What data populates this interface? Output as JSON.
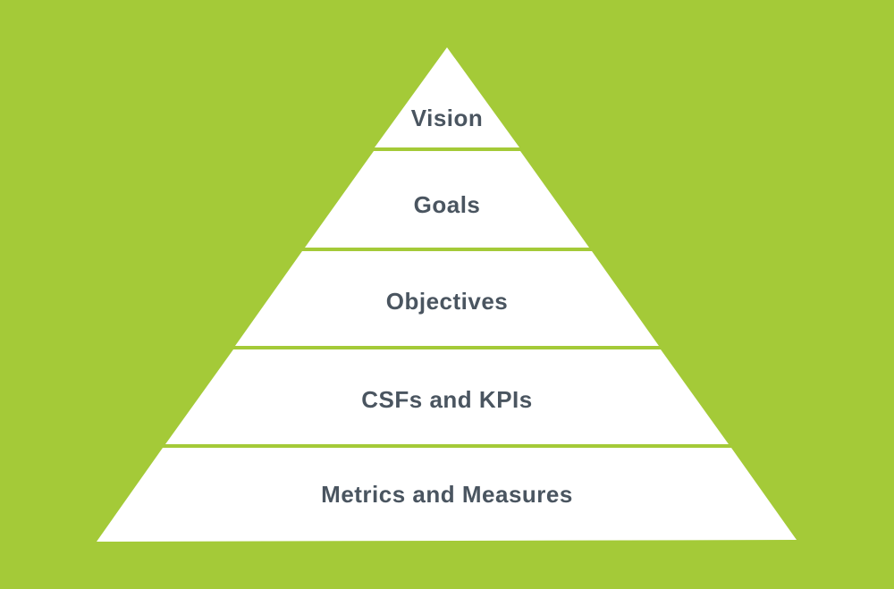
{
  "colors": {
    "background": "#a4ca38",
    "tier_fill": "#ffffff",
    "label_text": "#4a5560"
  },
  "pyramid": {
    "tiers": [
      {
        "label": "Vision"
      },
      {
        "label": "Goals"
      },
      {
        "label": "Objectives"
      },
      {
        "label": "CSFs and KPIs"
      },
      {
        "label": "Metrics and Measures"
      }
    ]
  }
}
